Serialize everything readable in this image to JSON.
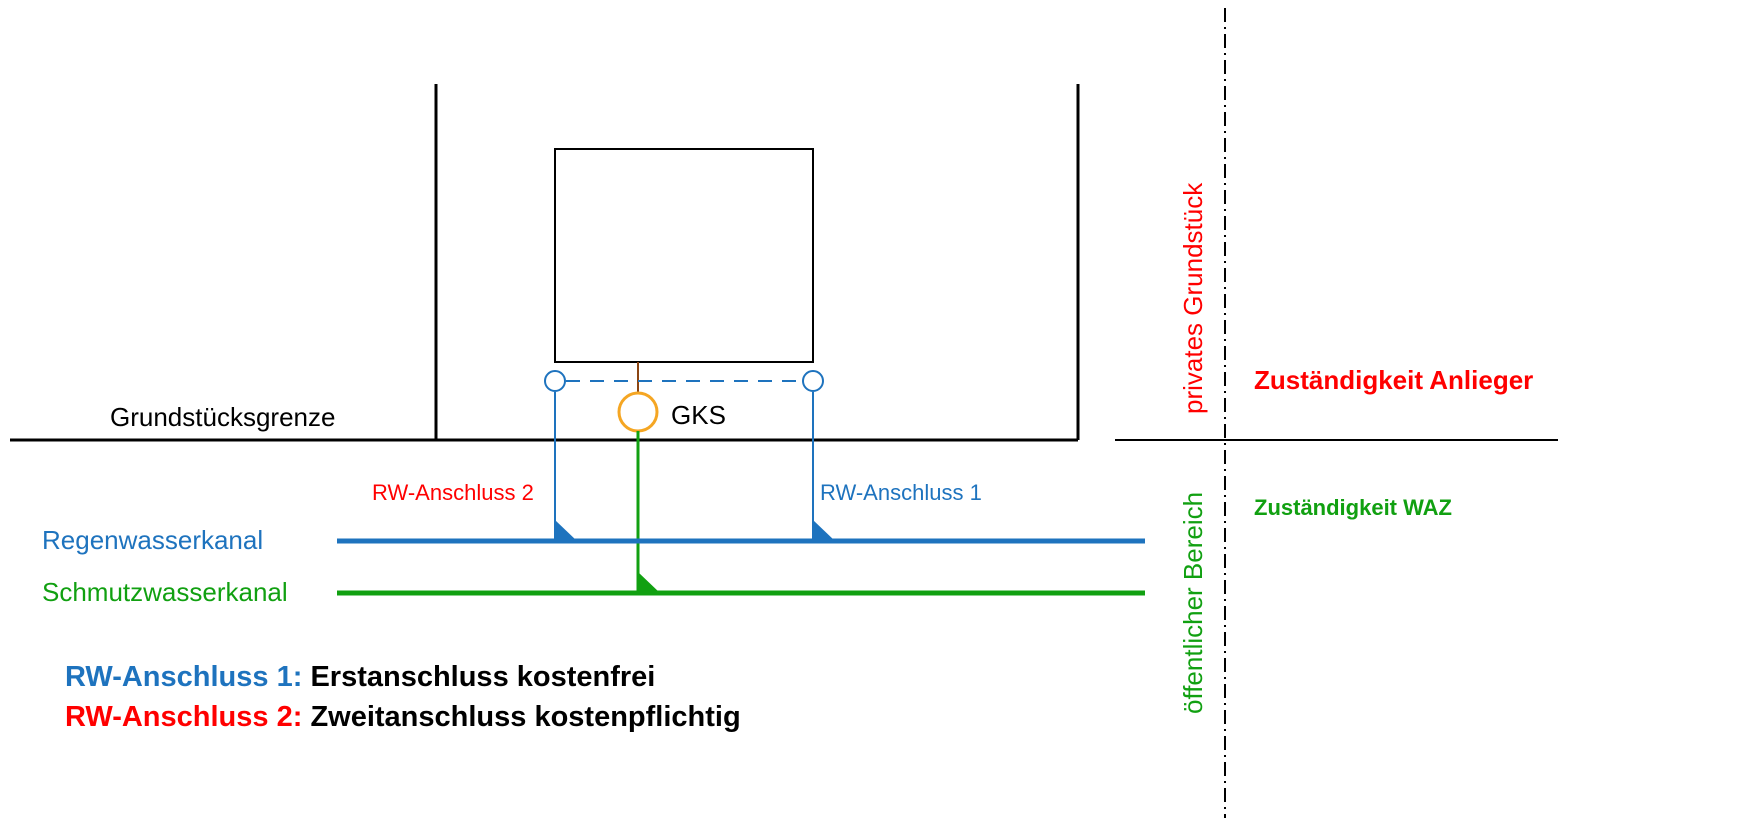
{
  "labels": {
    "boundary": "Grundstücksgrenze",
    "gks": "GKS",
    "rw_connection_2": "RW-Anschluss 2",
    "rw_connection_1": "RW-Anschluss 1",
    "rainwater_sewer": "Regenwasserkanal",
    "wastewater_sewer": "Schmutzwasserkanal",
    "private_property": "privates Grundstück",
    "public_area": "öffentlicher Bereich",
    "responsibility_resident": "Zuständigkeit Anlieger",
    "responsibility_waz": "Zuständigkeit WAZ"
  },
  "legend": [
    {
      "key": "RW-Anschluss 1:",
      "text": "Erstanschluss kostenfrei",
      "key_color": "#1e73be"
    },
    {
      "key": "RW-Anschluss 2:",
      "text": "Zweitanschluss kostenpflichtig",
      "key_color": "#ff0000"
    }
  ],
  "colors": {
    "rainwater": "#1e73be",
    "wastewater": "#11a011",
    "private": "#ff0000",
    "gks": "#f5a623",
    "house_drain": "#8b4513",
    "line": "#000000"
  }
}
